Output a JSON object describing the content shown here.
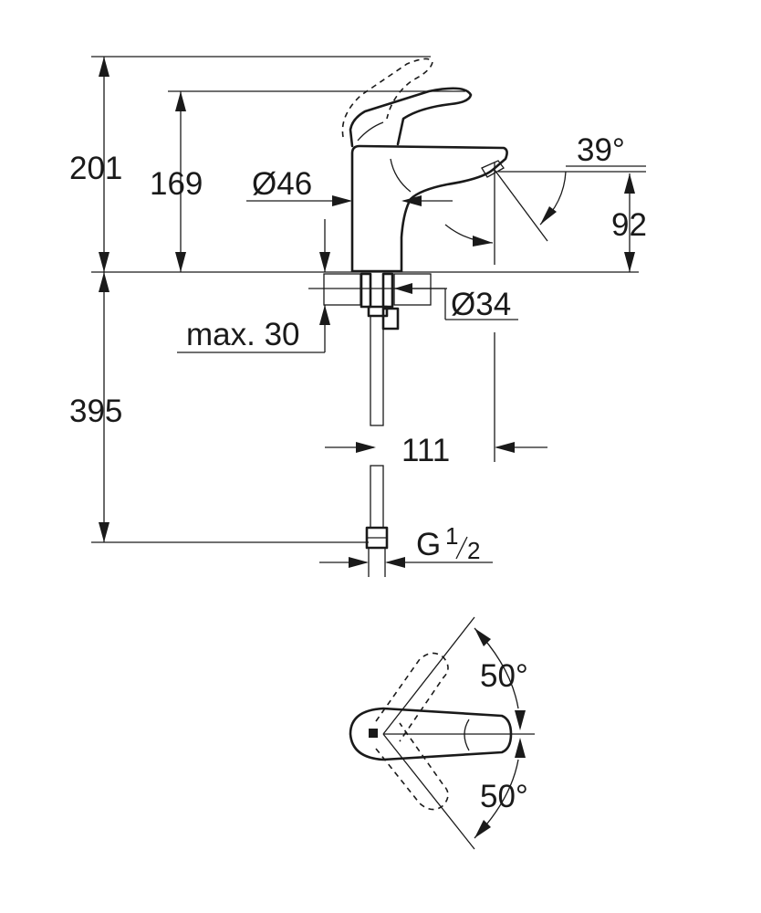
{
  "dimensions": {
    "total_height": "201",
    "spout_height": "169",
    "body_diameter": "Ø46",
    "lever_angle": "39°",
    "outlet_height": "92",
    "hole_diameter": "Ø34",
    "max_thickness": "max. 30",
    "hose_length": "395",
    "projection": "111",
    "connection_thread": "G",
    "connection_fraction_num": "1",
    "connection_fraction_den": "2",
    "swing_left": "50°",
    "swing_right": "50°"
  }
}
